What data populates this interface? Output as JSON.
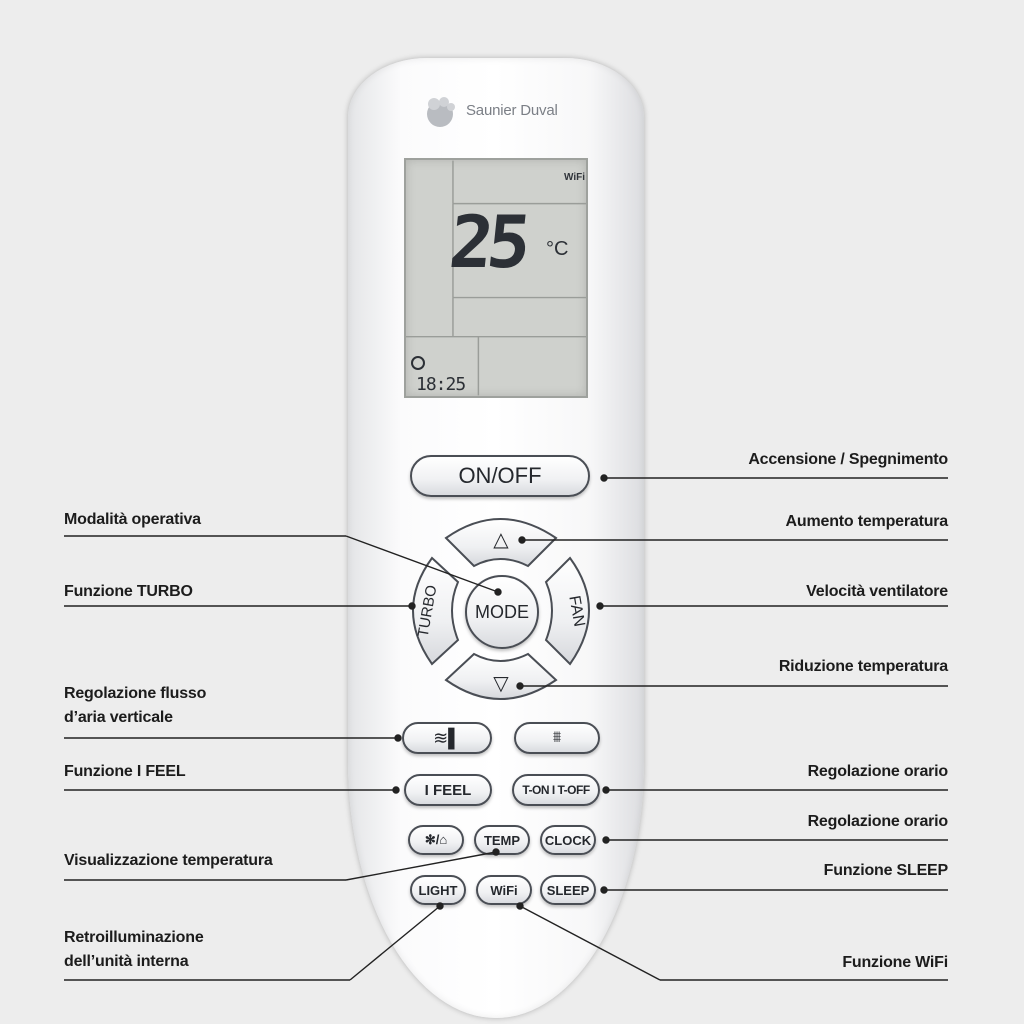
{
  "brand": {
    "name": "Saunier Duval"
  },
  "lcd": {
    "wifi": "WiFi",
    "temperature": "25",
    "unit": "°C",
    "time": "18:25"
  },
  "buttons": {
    "on_off": "ON/OFF",
    "mode": "MODE",
    "turbo": "TURBO",
    "fan": "FAN",
    "up": "△",
    "down": "▽",
    "vane": "≋▌",
    "swing": "⩩",
    "i_feel": "I FEEL",
    "timer": "T-ON I T-OFF",
    "health": "✻/⌂",
    "temp": "TEMP",
    "clock": "CLOCK",
    "light": "LIGHT",
    "wifi": "WiFi",
    "sleep": "SLEEP"
  },
  "labels": {
    "power": "Accensione / Spegnimento",
    "mode": "Modalità operativa",
    "temp_up": "Aumento temperatura",
    "turbo": "Funzione TURBO",
    "fan_speed": "Velocità ventilatore",
    "temp_down": "Riduzione temperatura",
    "vertical_air_line1": "Regolazione flusso",
    "vertical_air_line2": "d’aria verticale",
    "i_feel": "Funzione I FEEL",
    "timer": "Regolazione orario",
    "clock": "Regolazione orario",
    "display_temp": "Visualizzazione temperatura",
    "sleep": "Funzione SLEEP",
    "backlight_line1": "Retroilluminazione",
    "backlight_line2": "dell’unità interna",
    "wifi": "Funzione WiFi"
  },
  "colors": {
    "background": "#ededed",
    "remote": "#ffffff",
    "lcd": "#cfd1cd",
    "ink": "#1c1c1c"
  }
}
